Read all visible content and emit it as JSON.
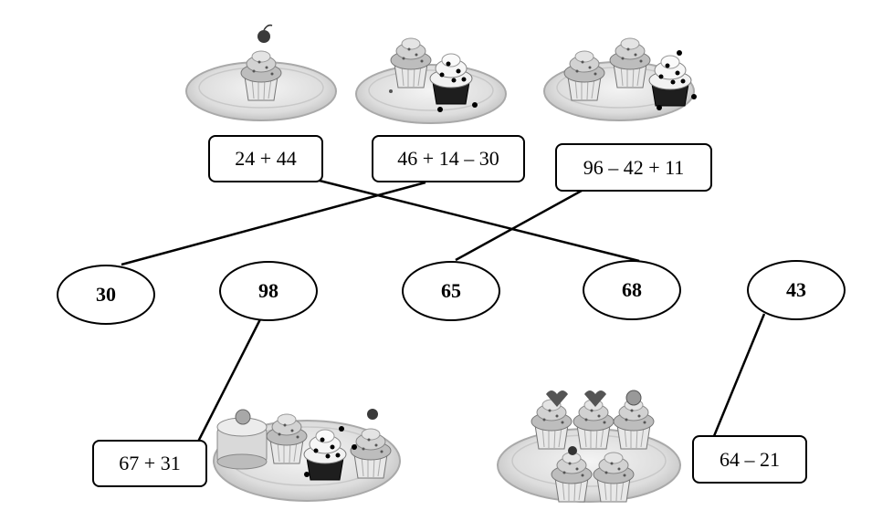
{
  "expressions": {
    "top_left": "24 + 44",
    "top_middle": "46 + 14 – 30",
    "top_right": "96 – 42 + 11",
    "bottom_left": "67 + 31",
    "bottom_right": "64 – 21"
  },
  "numbers": {
    "n1": "30",
    "n2": "98",
    "n3": "65",
    "n4": "68",
    "n5": "43"
  },
  "colors": {
    "line": "#000000",
    "plate": "#dcdcdc",
    "plate_rim": "#a9a9a9"
  }
}
